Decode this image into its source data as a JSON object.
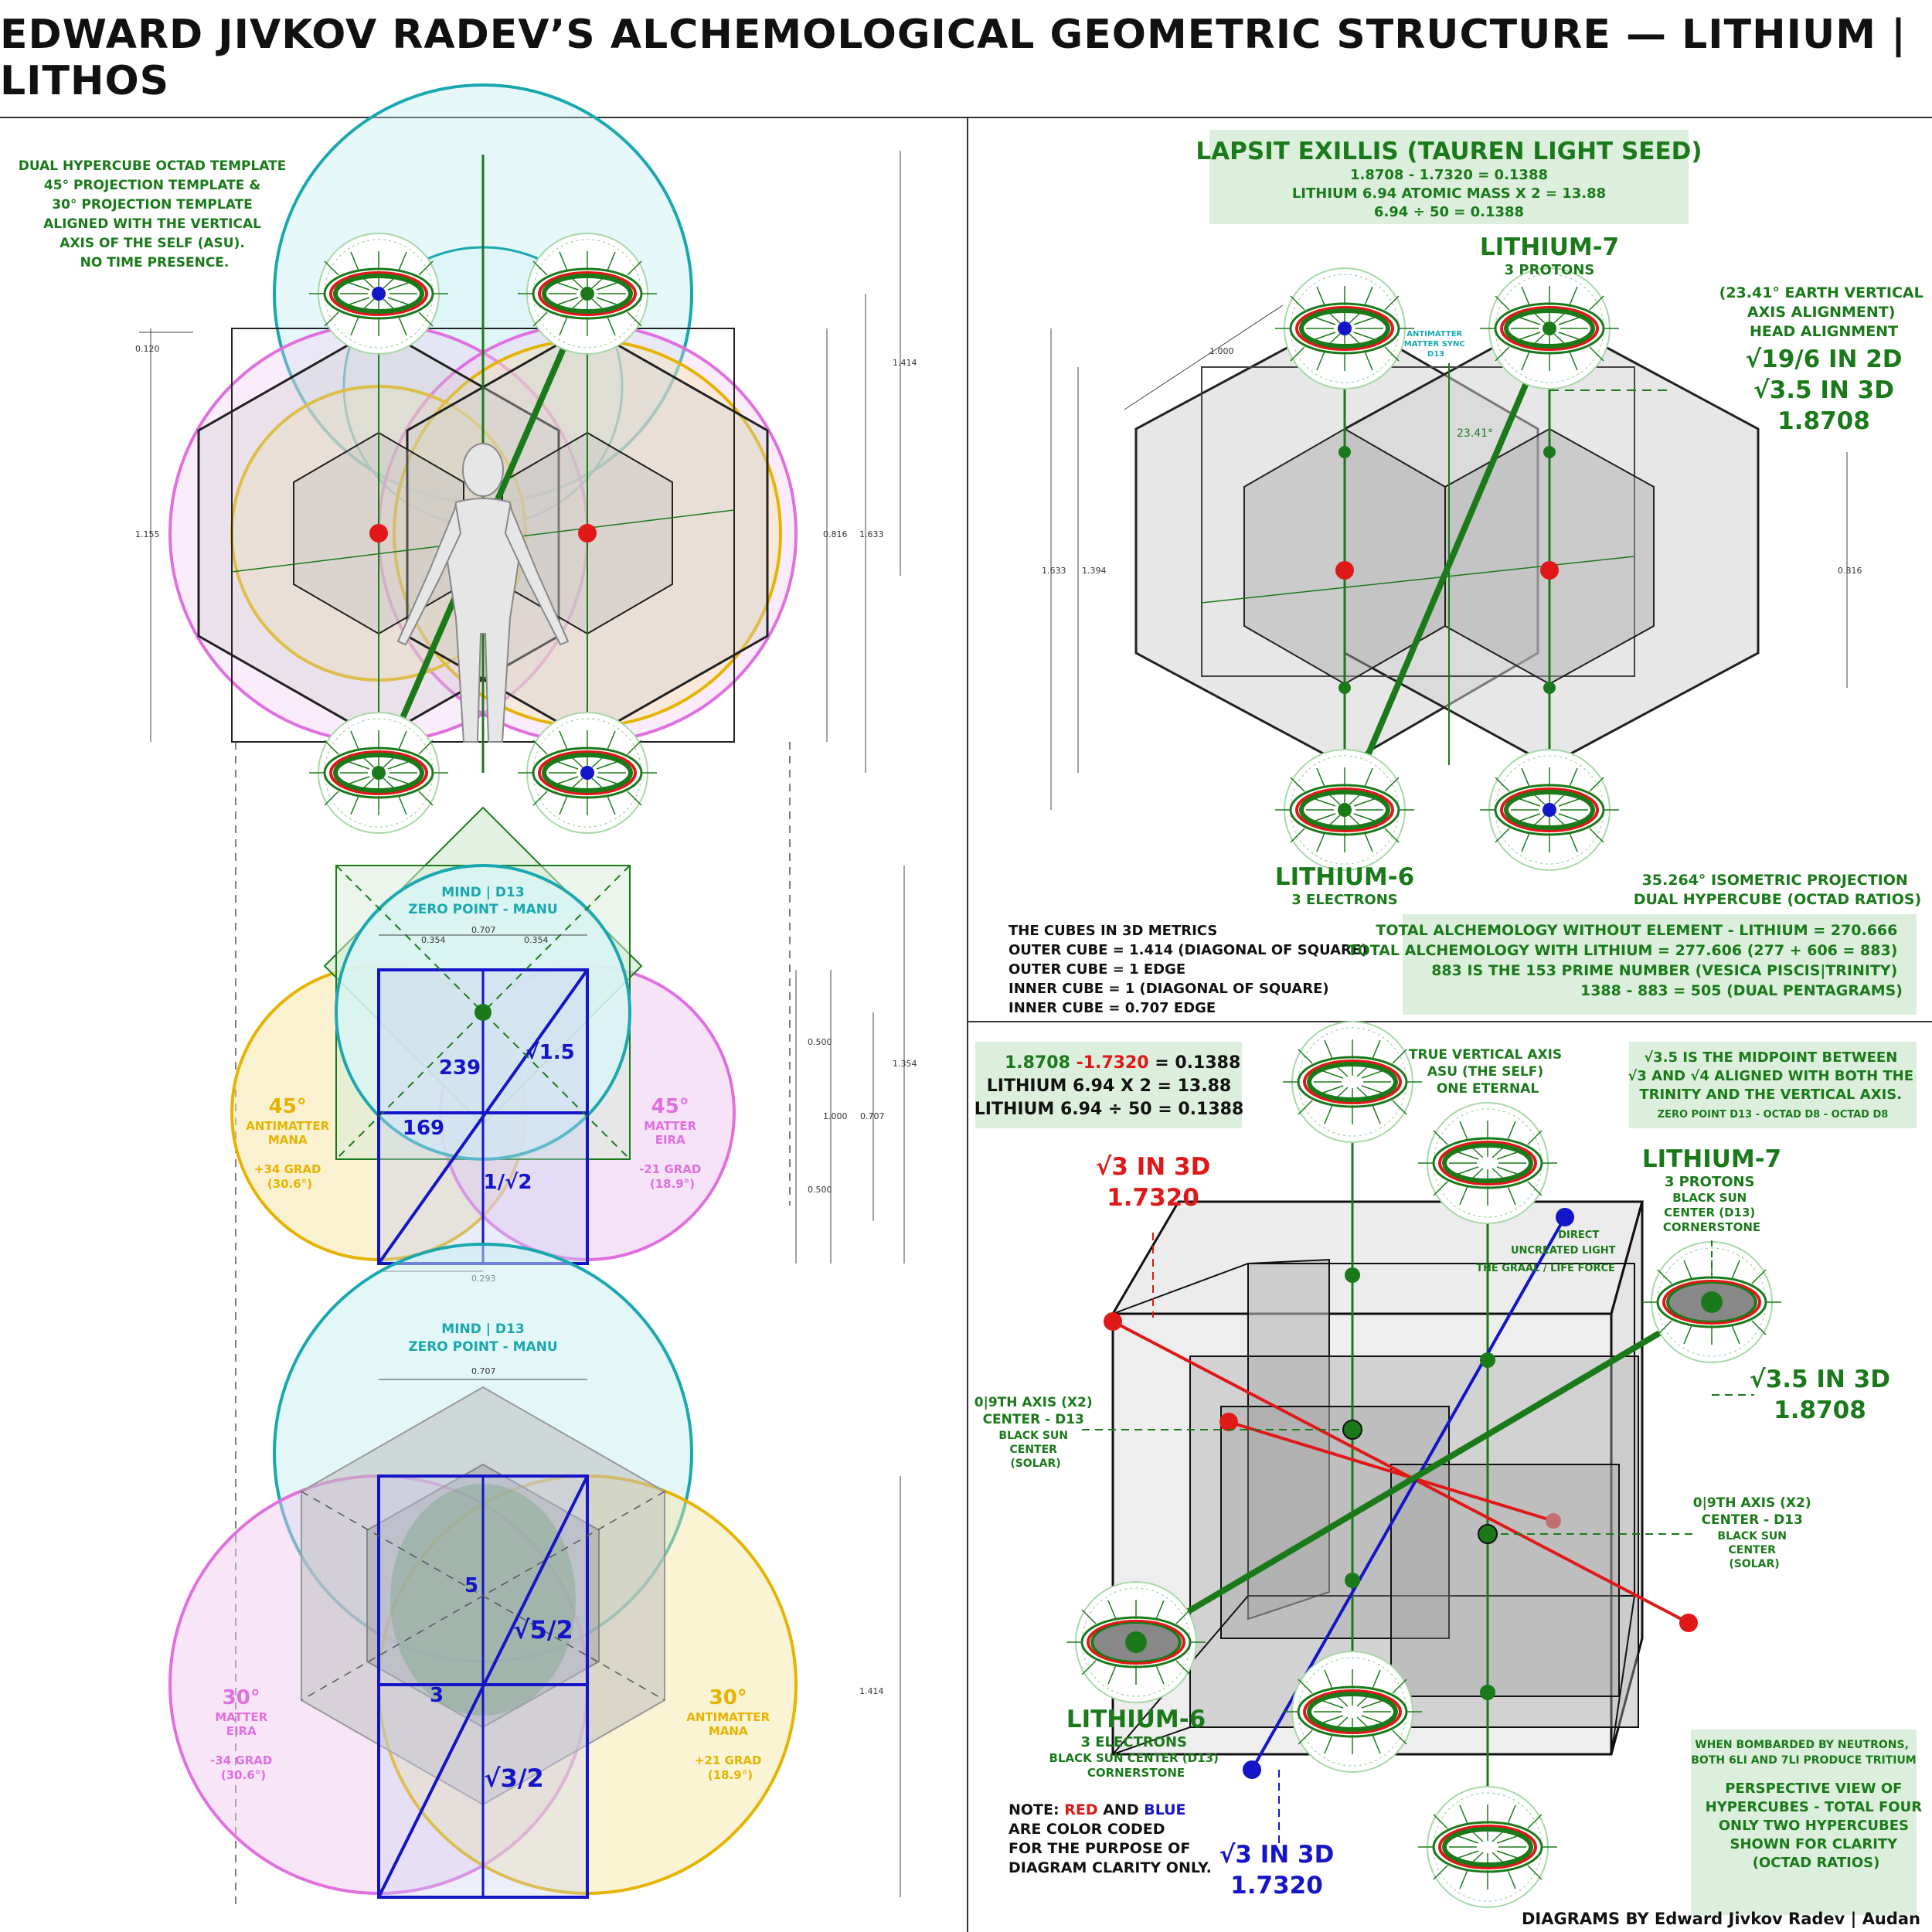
{
  "title": "EDWARD JIVKOV RADEV’S ALCHEMOLOGICAL GEOMETRIC STRUCTURE — LITHIUM | LITHOS",
  "colors": {
    "green": "#1a7a1a",
    "teal": "#1aa8b0",
    "red": "#e01818",
    "blue": "#1414c8",
    "yellow": "#e6b400",
    "magenta": "#e070e0",
    "greenbox": "#dcefdc"
  },
  "left_top": {
    "template_note": [
      "DUAL HYPERCUBE OCTAD TEMPLATE",
      "45° PROJECTION TEMPLATE &",
      "30° PROJECTION TEMPLATE",
      "ALIGNED WITH THE VERTICAL",
      "AXIS OF THE SELF (ASU).",
      "NO TIME PRESENCE."
    ],
    "dims": {
      "d0120": "0.120",
      "d1414": "1.414",
      "d1155": "1.155",
      "d0816": "0.816",
      "d1633": "1.633"
    }
  },
  "left_mid": {
    "mind_label": "MIND | D13",
    "zero_label": "ZERO POINT - MANU",
    "dims": {
      "d0707": "0.707",
      "d0354a": "0.354",
      "d0354b": "0.354",
      "d0500a": "0.500",
      "d1000": "1.000",
      "d0707b": "0.707",
      "d0500b": "0.500",
      "d1354": "1.354",
      "d0293": "0.293"
    },
    "nums": {
      "n239": "239",
      "n169": "169",
      "sqrt15": "√1.5",
      "inv_sqrt2": "1/√2"
    },
    "left_label": {
      "deg": "45°",
      "l1": "ANTIMATTER",
      "l2": "MANA",
      "g1": "+34 GRAD",
      "g2": "(30.6°)"
    },
    "right_label": {
      "deg": "45°",
      "l1": "MATTER",
      "l2": "EIRA",
      "g1": "-21 GRAD",
      "g2": "(18.9°)"
    }
  },
  "left_bot": {
    "mind_label": "MIND | D13",
    "zero_label": "ZERO POINT - MANU",
    "dims": {
      "d0707": "0.707",
      "d1414": "1.414"
    },
    "nums": {
      "n5": "5",
      "n3": "3",
      "sqrt52": "√5/2",
      "sqrt32": "√3/2"
    },
    "left_label": {
      "deg": "30°",
      "l1": "MATTER",
      "l2": "EIRA",
      "g1": "-34 GRAD",
      "g2": "(30.6°)"
    },
    "right_label": {
      "deg": "30°",
      "l1": "ANTIMATTER",
      "l2": "MANA",
      "g1": "+21 GRAD",
      "g2": "(18.9°)"
    }
  },
  "right_top": {
    "box_title": "LAPSIT EXILLIS (TAUREN LIGHT SEED)",
    "box_lines": [
      "1.8708 - 1.7320 = 0.1388",
      "LITHIUM 6.94 ATOMIC MASS X 2 = 13.88",
      "6.94 ÷ 50 = 0.1388"
    ],
    "li7": "LITHIUM-7",
    "li7_sub": "3 PROTONS",
    "earth": [
      "(23.41° EARTH VERTICAL",
      "AXIS ALIGNMENT)",
      "HEAD ALIGNMENT"
    ],
    "sqrt_2d": "√19/6 IN 2D",
    "sqrt_3d": "√3.5 IN 3D",
    "val": "1.8708",
    "sync": [
      "ANTIMATTER",
      "MATTER SYNC",
      "D13"
    ],
    "angle": "23.41°",
    "dims": {
      "d1000": "1.000",
      "d1633": "1.633",
      "d1394": "1.394",
      "d0816": "0.816"
    },
    "li6": "LITHIUM-6",
    "li6_sub": "3 ELECTRONS",
    "iso": [
      "35.264° ISOMETRIC PROJECTION",
      "DUAL HYPERCUBE (OCTAD RATIOS)"
    ],
    "metrics": [
      "THE CUBES IN 3D METRICS",
      "OUTER CUBE = 1.414 (DIAGONAL OF SQUARE)",
      "OUTER CUBE = 1 EDGE",
      "INNER CUBE = 1 (DIAGONAL OF SQUARE)",
      "INNER CUBE = 0.707 EDGE"
    ],
    "totals": [
      "TOTAL ALCHEMOLOGY WITHOUT ELEMENT - LITHIUM = 270.666",
      "TOTAL ALCHEMOLOGY WITH LITHIUM = 277.606 (277 + 606 = 883)",
      "883 IS THE 153 PRIME NUMBER (VESICA PISCIS|TRINITY)",
      "1388 - 883 = 505 (DUAL PENTAGRAMS)"
    ]
  },
  "right_bot": {
    "calc": [
      "1.8708",
      "-1.7320",
      "= 0.1388",
      "LITHIUM 6.94 X 2 = 13.88",
      "LITHIUM 6.94 ÷ 50 = 0.1388"
    ],
    "true_axis": [
      "TRUE VERTICAL AXIS",
      "ASU (THE SELF)",
      "ONE ETERNAL"
    ],
    "midpoint": [
      "√3.5 IS THE MIDPOINT BETWEEN",
      "√3 AND √4 ALIGNED WITH BOTH THE",
      "TRINITY AND THE VERTICAL AXIS.",
      "ZERO POINT D13 - OCTAD D8 - OCTAD D8"
    ],
    "sqrt3_red": "√3 IN 3D",
    "sqrt3_red_val": "1.7320",
    "direct": [
      "DIRECT",
      "UNCREATED LIGHT",
      "THE GRAAL / LIFE FORCE"
    ],
    "li7": "LITHIUM-7",
    "li7_sub": [
      "3 PROTONS",
      "BLACK SUN",
      "CENTER (D13)",
      "CORNERSTONE"
    ],
    "sqrt35": "√3.5 IN 3D",
    "sqrt35_val": "1.8708",
    "ninth_left": [
      "0|9TH AXIS (X2)",
      "CENTER - D13",
      "BLACK SUN",
      "CENTER",
      "(SOLAR)"
    ],
    "ninth_right": [
      "0|9TH AXIS (X2)",
      "CENTER - D13",
      "BLACK SUN",
      "CENTER",
      "(SOLAR)"
    ],
    "li6": "LITHIUM-6",
    "li6_sub": [
      "3 ELECTRONS",
      "BLACK SUN CENTER (D13)",
      "CORNERSTONE"
    ],
    "note_a": "NOTE: ",
    "note_red": "RED",
    "note_and": " AND ",
    "note_blue": "BLUE",
    "note_rest": [
      "ARE COLOR CODED",
      "FOR  THE PURPOSE OF",
      "DIAGRAM CLARITY ONLY."
    ],
    "sqrt3_blue": "√3 IN 3D",
    "sqrt3_blue_val": "1.7320",
    "tritium": [
      "WHEN BOMBARDED BY NEUTRONS,",
      "BOTH 6LI AND 7LI PRODUCE TRITIUM"
    ],
    "persp": [
      "PERSPECTIVE VIEW OF",
      "HYPERCUBES - TOTAL FOUR",
      "ONLY TWO HYPERCUBES",
      "SHOWN FOR CLARITY",
      "(OCTAD RATIOS)"
    ],
    "credit": "DIAGRAMS BY Edward Jivkov Radev | Audan"
  }
}
